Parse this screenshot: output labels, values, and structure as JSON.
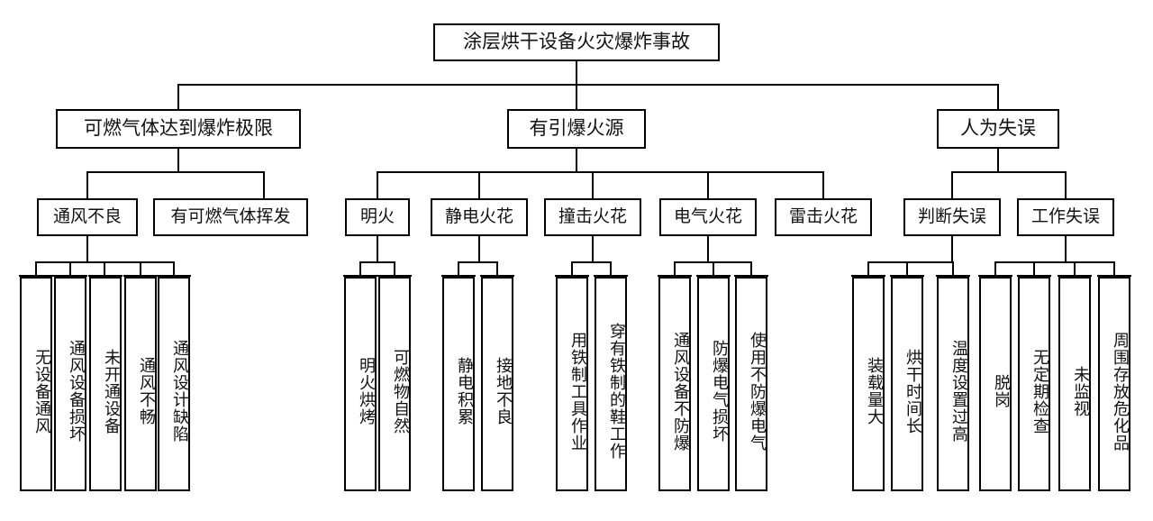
{
  "title": "涂层烘干设备火灾爆炸事故",
  "diagram_type": "fault-tree",
  "root": {
    "label": "涂层烘干设备火灾爆炸事故"
  },
  "level1": [
    {
      "label": "可燃气体达到爆炸极限"
    },
    {
      "label": "有引爆火源"
    },
    {
      "label": "人为失误"
    }
  ],
  "level2": [
    {
      "label": "通风不良"
    },
    {
      "label": "有可燃气体挥发"
    },
    {
      "label": "明火"
    },
    {
      "label": "静电火花"
    },
    {
      "label": "撞击火花"
    },
    {
      "label": "电气火花"
    },
    {
      "label": "雷击火花"
    },
    {
      "label": "判断失误"
    },
    {
      "label": "工作失误"
    }
  ],
  "leaves": {
    "ventilation": [
      {
        "label": "无设备通风"
      },
      {
        "label": "通风设备损坏"
      },
      {
        "label": "未开通设备"
      },
      {
        "label": "通风不畅"
      },
      {
        "label": "通风设计缺陷"
      }
    ],
    "open_flame": [
      {
        "label": "明火烘烤"
      },
      {
        "label": "可燃物自然"
      }
    ],
    "static_spark": [
      {
        "label": "静电积累"
      },
      {
        "label": "接地不良"
      }
    ],
    "impact_spark": [
      {
        "label": "用铁制工具作业"
      },
      {
        "label": "穿有铁制的鞋工作"
      }
    ],
    "electric_spark": [
      {
        "label": "通风设备不防爆"
      },
      {
        "label": "防爆电气损坏"
      },
      {
        "label": "使用不防爆电气"
      }
    ],
    "judgement_error": [
      {
        "label": "装载量大"
      },
      {
        "label": "烘干时间长"
      },
      {
        "label": "温度设置过高"
      }
    ],
    "work_error": [
      {
        "label": "脱岗"
      },
      {
        "label": "无定期检查"
      },
      {
        "label": "未监视"
      },
      {
        "label": "周围存放危化品"
      }
    ]
  },
  "colors": {
    "stroke": "#000000",
    "fill": "#ffffff",
    "text": "#111111"
  }
}
